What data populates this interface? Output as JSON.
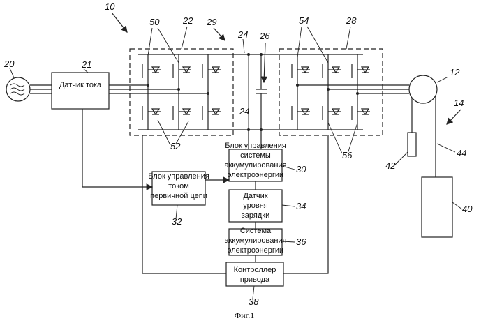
{
  "figure": {
    "caption": "Фиг.1",
    "blocks": {
      "current_sensor": "Датчик тока",
      "line_control": [
        "Блок управления",
        "системы",
        "аккумулирования",
        "электроэнергии"
      ],
      "primary_control": [
        "Блок управления",
        "током",
        "первичной цепи"
      ],
      "charge_sensor": [
        "Датчик",
        "уровня",
        "зарядки"
      ],
      "storage": [
        "Система",
        "аккумулирования",
        "электроэнергии"
      ],
      "drive_controller": [
        "Контроллер",
        "привода"
      ]
    },
    "refs": {
      "r10": "10",
      "r12": "12",
      "r14": "14",
      "r20": "20",
      "r21": "21",
      "r22": "22",
      "r24a": "24",
      "r24b": "24",
      "r26": "26",
      "r28": "28",
      "r29": "29",
      "r30": "30",
      "r32": "32",
      "r34": "34",
      "r36": "36",
      "r38": "38",
      "r40": "40",
      "r42": "42",
      "r44": "44",
      "r50": "50",
      "r52": "52",
      "r54": "54",
      "r56": "56"
    }
  }
}
